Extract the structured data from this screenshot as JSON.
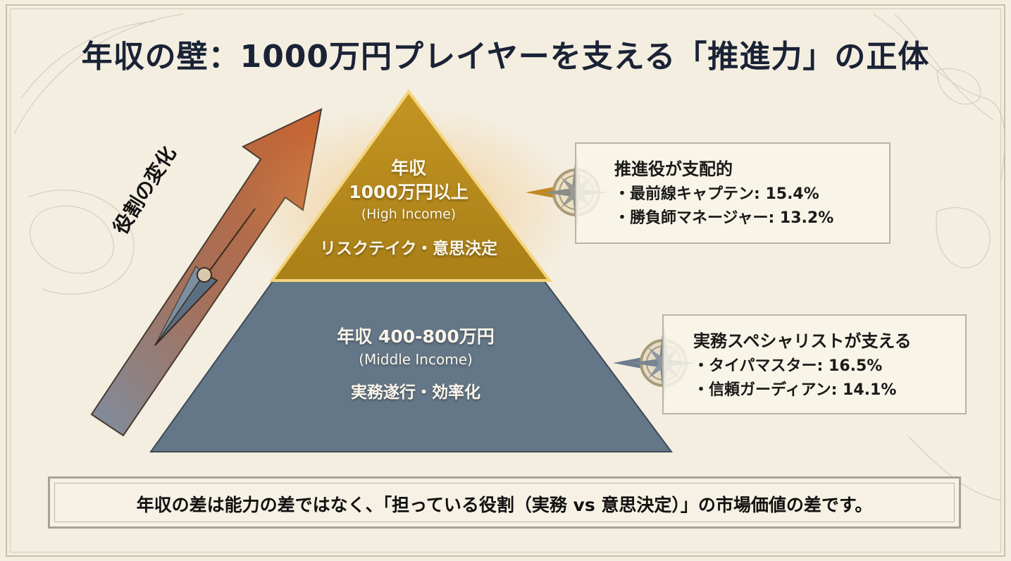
{
  "title": "年収の壁：1000万円プレイヤーを支える「推進力」の正体",
  "arrow": {
    "label": "役割の変化",
    "color_top": "#c8642e",
    "color_bottom": "#7e8ea0"
  },
  "pyramid": {
    "top_tier": {
      "line1": "年収",
      "line2": "1000万円以上",
      "line3": "(High Income)",
      "line4": "リスクテイク・意思決定",
      "color": "#b88a1c"
    },
    "middle_tier": {
      "line1": "年収 400-800万円",
      "line2": "(Middle Income)",
      "line3": "実務遂行・効率化",
      "color": "#647789"
    }
  },
  "callouts": [
    {
      "heading": "推進役が支配的",
      "items": [
        "・最前線キャプテン: 15.4%",
        "・勝負師マネージャー: 13.2%"
      ],
      "icon": "compass-rose-icon"
    },
    {
      "heading": "実務スペシャリストが支える",
      "items": [
        "・タイパマスター: 16.5%",
        "・信頼ガーディアン: 14.1%"
      ],
      "icon": "compass-rose-icon"
    }
  ],
  "banner": {
    "text": "年収の差は能力の差ではなく、「担っている役割（実務 vs 意思決定）」の市場価値の差です。"
  },
  "colors": {
    "background": "#f3eee0",
    "title": "#1a2236",
    "gold": "#b88a1c",
    "slate": "#647789",
    "arrow_orange": "#c8642e"
  }
}
